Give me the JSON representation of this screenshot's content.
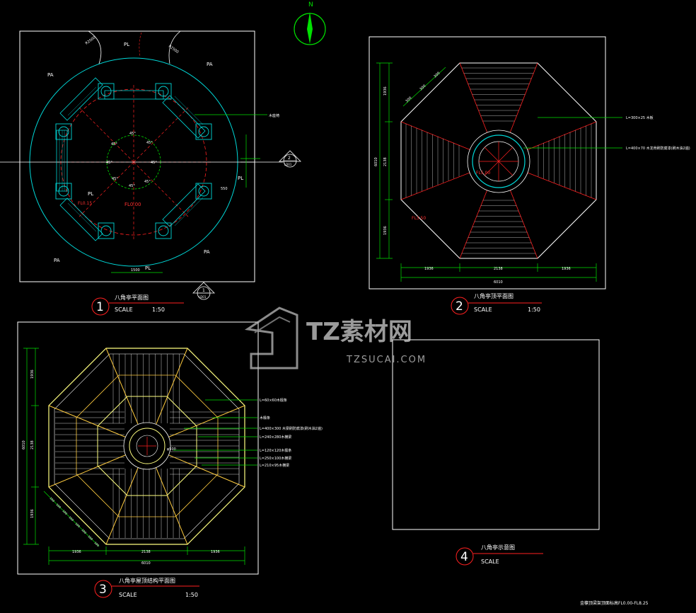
{
  "north_label": "N",
  "sheets": [
    {
      "mark": "1",
      "title": "八角亭平面图",
      "scale_label": "SCALE",
      "scale_value": "1:50"
    },
    {
      "mark": "2",
      "title": "八角亭顶平面图",
      "scale_label": "SCALE",
      "scale_value": "1:50"
    },
    {
      "mark": "3",
      "title": "八角亭屋顶结构平面图",
      "scale_label": "SCALE",
      "scale_value": "1:50"
    },
    {
      "mark": "4",
      "title": "八角亭示意图",
      "scale_label": "SCALE",
      "scale_value": ""
    }
  ],
  "plan1": {
    "zones": [
      "PL",
      "PA",
      "PA",
      "PA",
      "PA",
      "PL",
      "PL",
      "PL"
    ],
    "angles": [
      "45°",
      "45°",
      "45°",
      "45°",
      "45°",
      "45°",
      "45°",
      "45°"
    ],
    "level": "FL0.00",
    "level2": "FL0.15",
    "leader_label": "木座椅",
    "section_mark": "2",
    "section_sheet": "LD01",
    "section_mark_b": "1",
    "section_sheet_b": "LD01",
    "dim_bottom": "1500",
    "dim_side": "550",
    "radius_note": "R2500"
  },
  "plan2": {
    "labels": [
      "L=300×25 木板",
      "L=400×70 木龙骨刷防腐漆(刷木油2遍)"
    ],
    "level_top": "FL3.50",
    "level_mid": "FL5.00",
    "dims_bottom": [
      "1936",
      "2138",
      "1936"
    ],
    "dim_total": "6010",
    "dims_left": [
      "1936",
      "2138",
      "1936"
    ],
    "dim_left_total": "6010",
    "dims_diag": [
      "300",
      "300",
      "300"
    ]
  },
  "plan3": {
    "labels": [
      "L=60×60木檩条",
      "木椽条",
      "L=400×300 木梁刷防腐漆(刷木油2遍)",
      "L=240×280木横梁",
      "L=120×120木檩条",
      "L=250×100木横梁",
      "L=210×95木横梁"
    ],
    "center_dim": "φ500",
    "dims_bottom": [
      "1936",
      "2138",
      "1936"
    ],
    "dim_total": "6010",
    "dims_left": [
      "1936",
      "2138",
      "1936"
    ],
    "dim_left_total": "6010",
    "dims_diag": [
      "100",
      "100",
      "100",
      "100",
      "100",
      "100",
      "100",
      "100"
    ]
  },
  "footer_note": "金檩顶梁架顶面标高FL0.00-FL8.25",
  "watermark": {
    "brand": "TZ素材网",
    "url": "TZSUCAI.COM"
  }
}
